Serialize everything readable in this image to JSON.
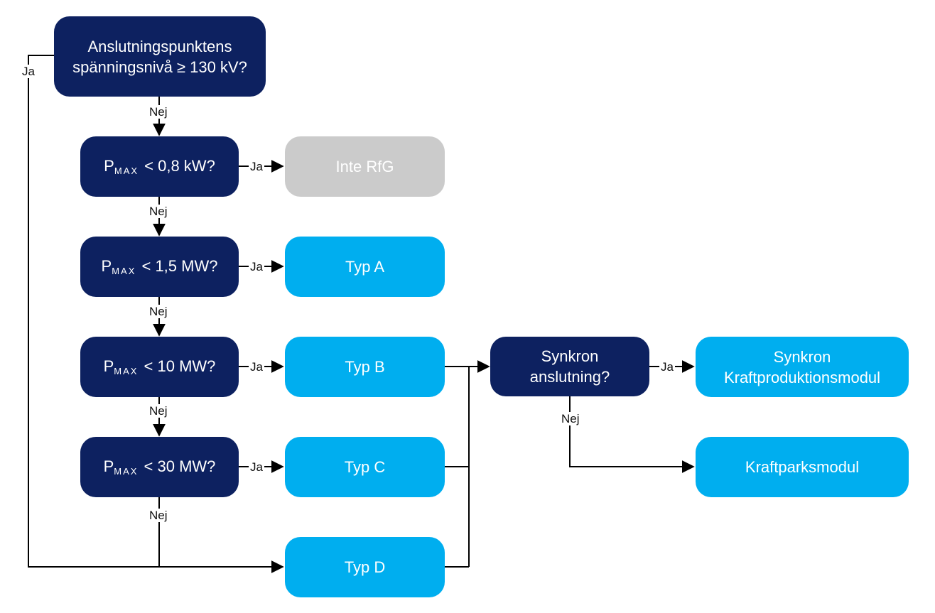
{
  "nodes": {
    "root": {
      "line1": "Anslutningspunktens",
      "line2": "spänningsnivå ≥ 130 kV?"
    },
    "q1": {
      "p": "P",
      "sub": "MAX",
      "rest": " < 0,8 kW?"
    },
    "q2": {
      "p": "P",
      "sub": "MAX",
      "rest": " < 1,5 MW?"
    },
    "q3": {
      "p": "P",
      "sub": "MAX",
      "rest": " < 10 MW?"
    },
    "q4": {
      "p": "P",
      "sub": "MAX",
      "rest": " < 30 MW?"
    },
    "inte_rfg": "Inte RfG",
    "typ_a": "Typ A",
    "typ_b": "Typ B",
    "typ_c": "Typ C",
    "typ_d": "Typ D",
    "synk_q": {
      "line1": "Synkron",
      "line2": "anslutning?"
    },
    "synk_mod": {
      "line1": "Synkron",
      "line2": "Kraftproduktionsmodul"
    },
    "kraftpark": "Kraftparksmodul"
  },
  "labels": {
    "yes": "Ja",
    "no": "Nej"
  },
  "colors": {
    "dark": "#0d2160",
    "light": "#00aeef",
    "grey": "#cbcbcb"
  }
}
